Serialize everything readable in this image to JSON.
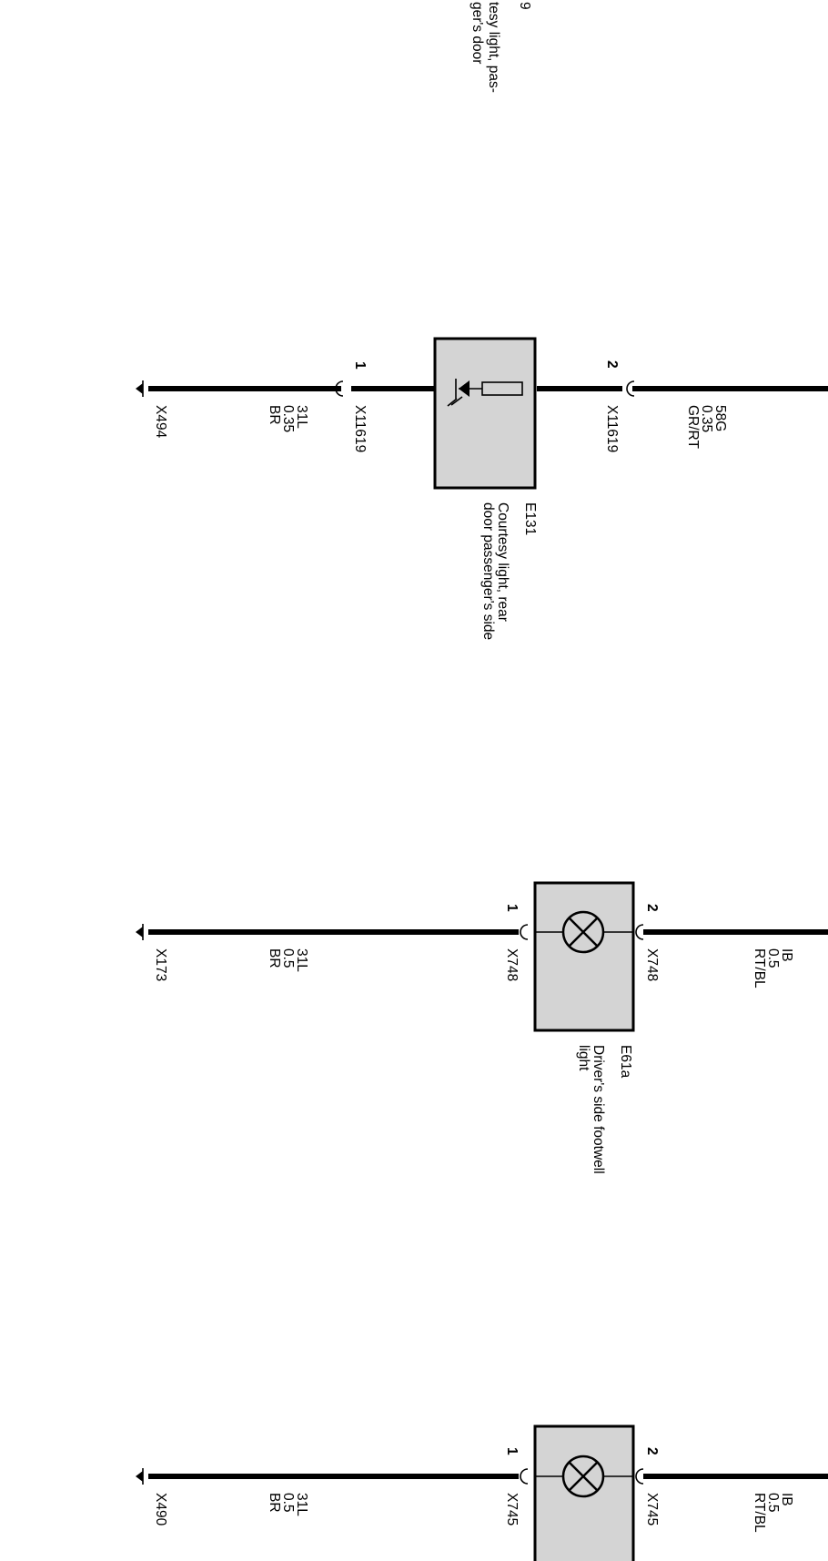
{
  "top_component": {
    "id_fragment": "9",
    "description_lines": [
      "tesy light, pas-",
      "ger's door"
    ]
  },
  "circuits": [
    {
      "id": "E131",
      "symbol": "led",
      "description_lines": [
        "Courtesy light, rear",
        "door passenger's side"
      ],
      "pin_top": "2",
      "pin_bottom": "1",
      "connector_top": "X11619",
      "connector_bottom": "X11619",
      "wire_top": [
        "58G",
        "0.35",
        "GR/RT"
      ],
      "wire_bottom": [
        "31L",
        "0.35",
        "BR"
      ],
      "ground": "X494"
    },
    {
      "id": "E61a",
      "symbol": "lamp",
      "description_lines": [
        "Driver's side footwell",
        "light"
      ],
      "pin_top": "2",
      "pin_bottom": "1",
      "connector_top": "X748",
      "connector_bottom": "X748",
      "wire_top": [
        "IB",
        "0.5",
        "RT/BL"
      ],
      "wire_bottom": [
        "31L",
        "0.5",
        "BR"
      ],
      "ground": "X173"
    },
    {
      "id": "",
      "symbol": "lamp",
      "description_lines": [],
      "pin_top": "2",
      "pin_bottom": "1",
      "connector_top": "X745",
      "connector_bottom": "X745",
      "wire_top": [
        "IB",
        "0.5",
        "RT/BL"
      ],
      "wire_bottom": [
        "31L",
        "0.5",
        "BR"
      ],
      "ground": "X490"
    }
  ]
}
